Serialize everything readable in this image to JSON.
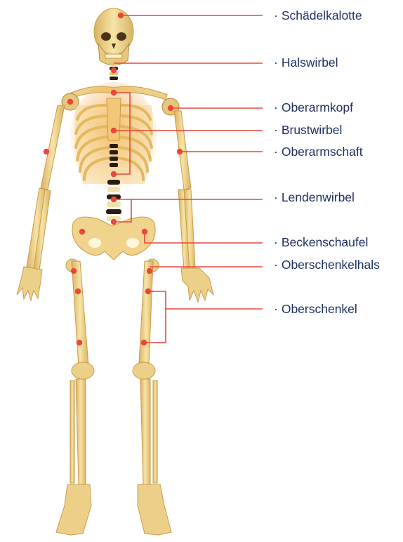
{
  "colors": {
    "bone": "#f2d98f",
    "bone_shadow": "#d9b263",
    "bone_dark": "#b9893a",
    "rib_glow": "#f0a640",
    "spine_dark": "#2a1d10",
    "pointer": "#e8473a",
    "label_text": "#1f2f63"
  },
  "bullet": "·",
  "labels": [
    {
      "id": "schaedelkalotte",
      "text": "Schädelkalotte"
    },
    {
      "id": "halswirbel",
      "text": "Halswirbel"
    },
    {
      "id": "oberarmkopf",
      "text": "Oberarmkopf"
    },
    {
      "id": "brustwirbel",
      "text": "Brustwirbel"
    },
    {
      "id": "oberarmschaft",
      "text": "Oberarmschaft"
    },
    {
      "id": "lendenwirbel",
      "text": "Lendenwirbel"
    },
    {
      "id": "beckenschaufel",
      "text": "Beckenschaufel"
    },
    {
      "id": "oberschenkelhals",
      "text": "Oberschenkelhals"
    },
    {
      "id": "oberschenkel",
      "text": "Oberschenkel"
    }
  ]
}
